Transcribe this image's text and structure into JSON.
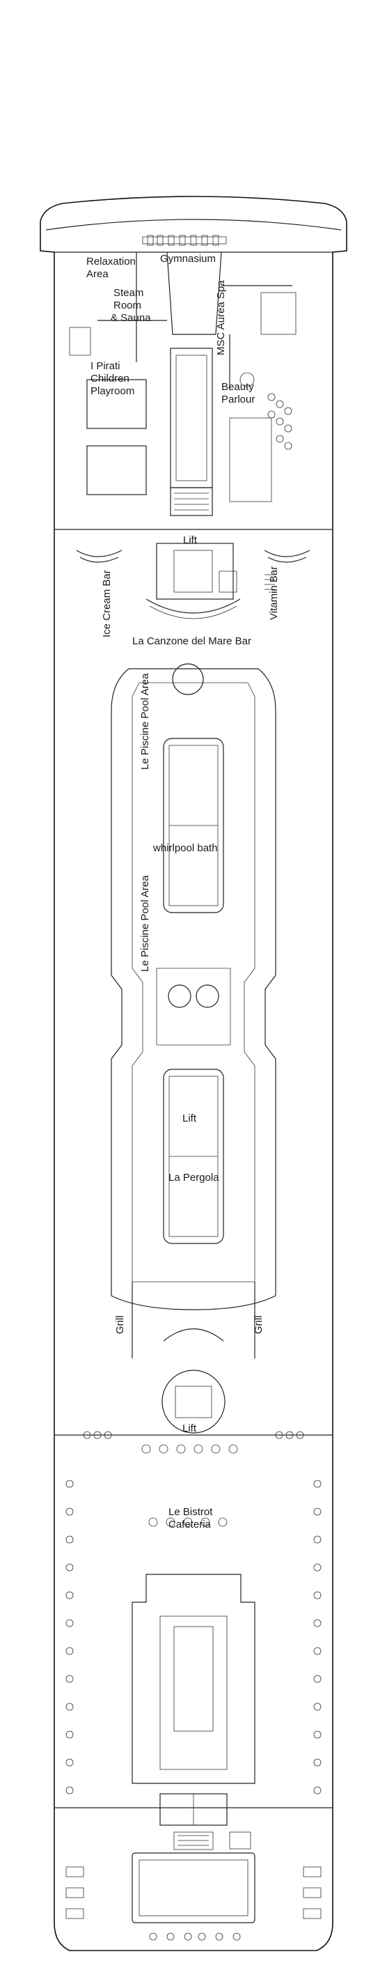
{
  "deck_plan": {
    "labels": {
      "relaxation_area": [
        "Relaxation",
        "Area"
      ],
      "gymnasium": "Gymnasium",
      "steam_room": [
        "Steam",
        "Room",
        "& Sauna"
      ],
      "aurea_spa": "MSC Aurea Spa",
      "children_playroom": [
        "I Pirati",
        "Children",
        "Playroom"
      ],
      "beauty_parlour": [
        "Beauty",
        "Parlour"
      ],
      "lift_fore": "Lift",
      "ice_cream_bar": "Ice Cream Bar",
      "vitamin_bar": "Vitamin Bar",
      "canzone_bar": "La Canzone del Mare Bar",
      "pool_area_fore": "Le Piscine Pool Area",
      "whirlpool": "whirlpool bath",
      "pool_area_aft": "Le Piscine Pool Area",
      "lift_mid": "Lift",
      "pergola": "La Pergola",
      "grill_left": "Grill",
      "grill_right": "Grill",
      "lift_aft": "Lift",
      "bistrot": [
        "Le Bistrot",
        "Cafeteria"
      ]
    }
  }
}
